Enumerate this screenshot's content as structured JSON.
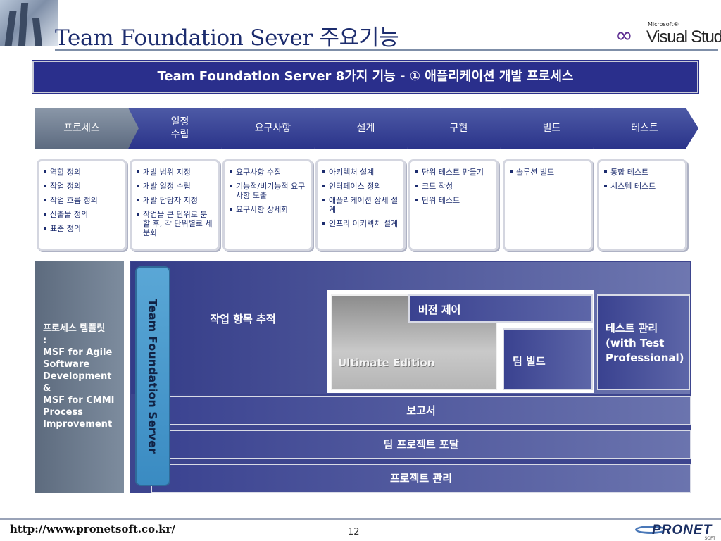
{
  "header": {
    "title": "Team Foundation Sever 주요기능",
    "logo_small": "Microsoft®",
    "logo_main": "Visual Studio",
    "logo_symbol": "∞"
  },
  "banner": {
    "text": "Team Foundation Server 8가지 기능 - ① 애플리케이션 개발 프로세스"
  },
  "process_steps": [
    {
      "label": "프로세스"
    },
    {
      "label": "일정\n수립"
    },
    {
      "label": "요구사항"
    },
    {
      "label": "설계"
    },
    {
      "label": "구현"
    },
    {
      "label": "빌드"
    },
    {
      "label": "테스트"
    }
  ],
  "features": [
    {
      "items": [
        "역할 정의",
        "작업 정의",
        "작업 흐름 정의",
        "산출물 정의",
        "표준 정의"
      ]
    },
    {
      "items": [
        "개발 범위 지정",
        "개발 일정 수립",
        "개발 담당자 지정",
        "작업을 큰 단위로 분할 후, 각 단위별로 세분화"
      ]
    },
    {
      "items": [
        "요구사항 수집",
        "기능적/비기능적 요구사항 도출",
        "요구사항 상세화"
      ]
    },
    {
      "items": [
        "아키텍처 설계",
        "인터페이스 정의",
        "애플리케이션 상세 설계",
        "인프라 아키텍처 설계"
      ]
    },
    {
      "items": [
        "단위 테스트 만들기",
        "코드 작성",
        "단위 테스트"
      ]
    },
    {
      "items": [
        "솔루션 빌드"
      ]
    },
    {
      "items": [
        "통합 테스트",
        "시스템 테스트"
      ]
    }
  ],
  "architecture": {
    "template_panel": {
      "lines": [
        "프로세스 템플릿",
        ":",
        "MSF for Agile Software Development",
        "&",
        "MSF for CMMI Process Improvement"
      ]
    },
    "tfs_label": "Team Foundation Server",
    "work_item_tracking": "작업 항목 추적",
    "ultimate_edition": "Ultimate Edition",
    "version_control": "버전 제어",
    "team_build": "팀 빌드",
    "test_management": "테스트 관리\n(with Test Professional)",
    "reports": "보고서",
    "team_portal": "팀 프로젝트 포탈",
    "project_management": "프로젝트 관리"
  },
  "footer": {
    "url": "http://www.pronetsoft.co.kr/",
    "page_number": "12",
    "logo_word": "PRONET",
    "logo_sub": "SOFT"
  },
  "colors": {
    "banner": "#2a2f8c",
    "chevron": "#2b348a",
    "chevron_first": "#5d6b80",
    "tfs_pill": "#3a8bc2",
    "ultimate_edition": "#b5b5b5"
  }
}
